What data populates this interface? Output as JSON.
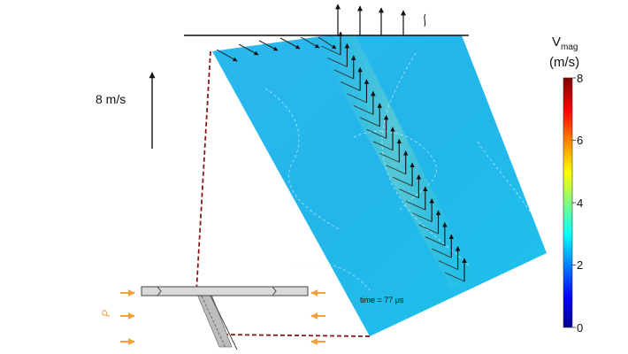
{
  "scale_label": "8 m/s",
  "time_label": "time = 77 μs",
  "load_label": "P",
  "colorbar": {
    "title_line1": "V",
    "title_sub": "mag",
    "title_line2": "(m/s)",
    "ticks": [
      "8",
      "6",
      "4",
      "2",
      "0"
    ]
  },
  "colors": {
    "field": "#26bfec",
    "field_dark": "#1aa6e0",
    "connector": "#8b1a1a",
    "load_arrows": "#f3a037"
  }
}
